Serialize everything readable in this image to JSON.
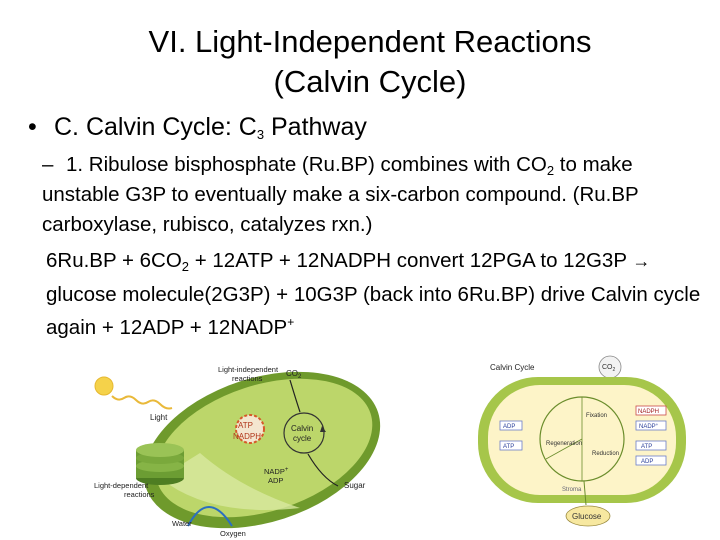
{
  "slide": {
    "title_line1": "VI. Light-Independent Reactions",
    "title_line2": "(Calvin Cycle)",
    "bullet": {
      "symbol": "•",
      "text_before_sub": "C. Calvin Cycle: C",
      "subscript": "3",
      "text_after_sub": " Pathway"
    },
    "subpoint": {
      "dash": "–",
      "part1": "1. Ribulose bisphosphate (Ru.BP) combines with CO",
      "sub1": "2",
      "part2": " to make unstable G3P to eventually make a six-carbon compound. (Ru.BP carboxylase, rubisco, catalyzes rxn.)"
    },
    "equation": {
      "part1": "6Ru.BP + 6CO",
      "sub1": "2",
      "part2": " + 12ATP + 12NADPH convert 12PGA to 12G3P ",
      "arrow": "→",
      "part3": " glucose molecule(2G3P) + 10G3P (back into 6Ru.BP) drive Calvin cycle again + 12ADP + 12NADP",
      "sup1": "+"
    }
  },
  "figure_left": {
    "labels": {
      "light_independent": [
        "Light-independent",
        "reactions"
      ],
      "co2": "CO",
      "co2_sub": "2",
      "light": "Light",
      "atp": "ATP",
      "nadph": "NADPH",
      "calvin": [
        "Calvin",
        "cycle"
      ],
      "nadp": "NADP",
      "nadp_sup": "+",
      "adp": "ADP",
      "light_dependent": [
        "Light-dependent",
        "reactions"
      ],
      "sugar": "Sugar",
      "water": "Water",
      "oxygen": "Oxygen"
    },
    "colors": {
      "stroma": "#bcd66a",
      "outer": "#6f9a2c",
      "thylakoid": "#5f8e2a",
      "sun": "#f5d24a"
    }
  },
  "figure_right": {
    "labels": {
      "title": "Calvin Cycle",
      "co2": "CO",
      "co2_sub": "2",
      "fixation": "Fixation",
      "reduction": "Reduction",
      "regeneration": "Regeneration",
      "stroma": "Stroma",
      "glucose": "Glucose",
      "left_adp": "ADP",
      "left_atp": "ATP",
      "right_nadph": "NADPH",
      "right_nadp": "NADP",
      "right_nadp_sup": "+",
      "right_atp": "ATP",
      "right_adp": "ADP"
    },
    "colors": {
      "outer": "#a6c64a",
      "inner": "#fdf4c8",
      "glucose": "#f7e8a0"
    }
  }
}
